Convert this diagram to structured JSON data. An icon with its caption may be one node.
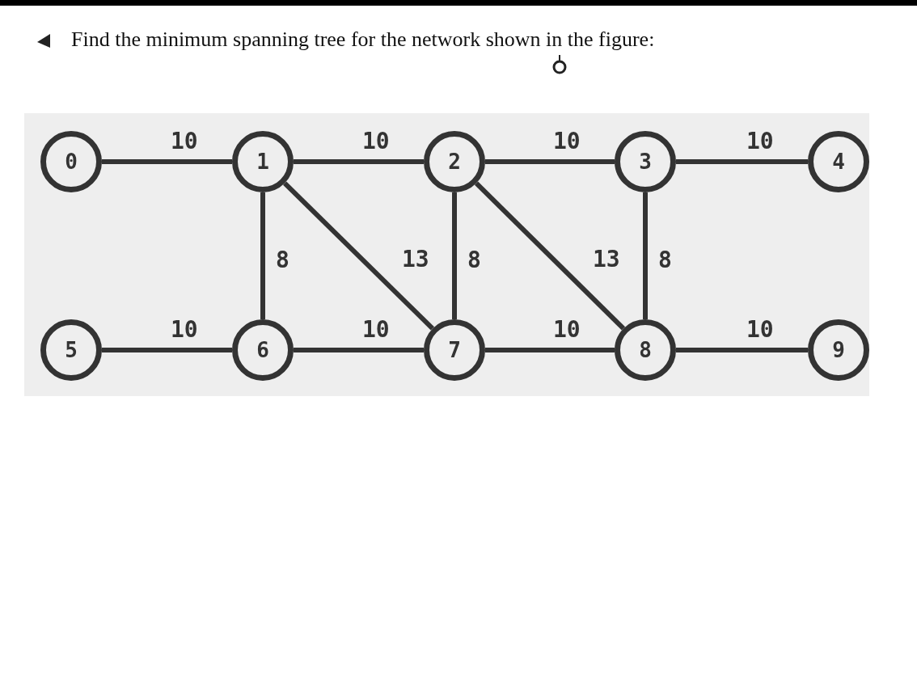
{
  "diagram": {
    "title": "Find the minimum spanning tree for the network shown in the figure:",
    "nodes": [
      {
        "text": [
          "0"
        ]
      },
      {
        "text": [
          "1"
        ]
      },
      {
        "text": [
          "2"
        ]
      },
      {
        "text": [
          "3"
        ]
      },
      {
        "text": [
          "4"
        ]
      },
      {
        "text": [
          "5"
        ]
      },
      {
        "text": [
          "6"
        ]
      },
      {
        "text": [
          "7"
        ]
      },
      {
        "text": [
          "8"
        ]
      },
      {
        "text": [
          "9"
        ]
      }
    ],
    "edges": [
      {
        "from": 0,
        "to": 1,
        "arrow": "none",
        "label": "10"
      },
      {
        "from": 1,
        "to": 2,
        "arrow": "none",
        "label": "10"
      },
      {
        "from": 2,
        "to": 3,
        "arrow": "none",
        "label": "10"
      },
      {
        "from": 3,
        "to": 4,
        "arrow": "none",
        "label": "10"
      },
      {
        "from": 1,
        "to": 6,
        "arrow": "none",
        "label": "8"
      },
      {
        "from": 1,
        "to": 7,
        "arrow": "none",
        "label": "13"
      },
      {
        "from": 2,
        "to": 7,
        "arrow": "none",
        "label": "8"
      },
      {
        "from": 2,
        "to": 8,
        "arrow": "none",
        "label": "13"
      },
      {
        "from": 3,
        "to": 8,
        "arrow": "none",
        "label": "8"
      },
      {
        "from": 5,
        "to": 6,
        "arrow": "none",
        "label": "10"
      },
      {
        "from": 6,
        "to": 7,
        "arrow": "none",
        "label": "10"
      },
      {
        "from": 7,
        "to": 8,
        "arrow": "none",
        "label": "10"
      },
      {
        "from": 8,
        "to": 9,
        "arrow": "none",
        "label": "10"
      }
    ]
  }
}
